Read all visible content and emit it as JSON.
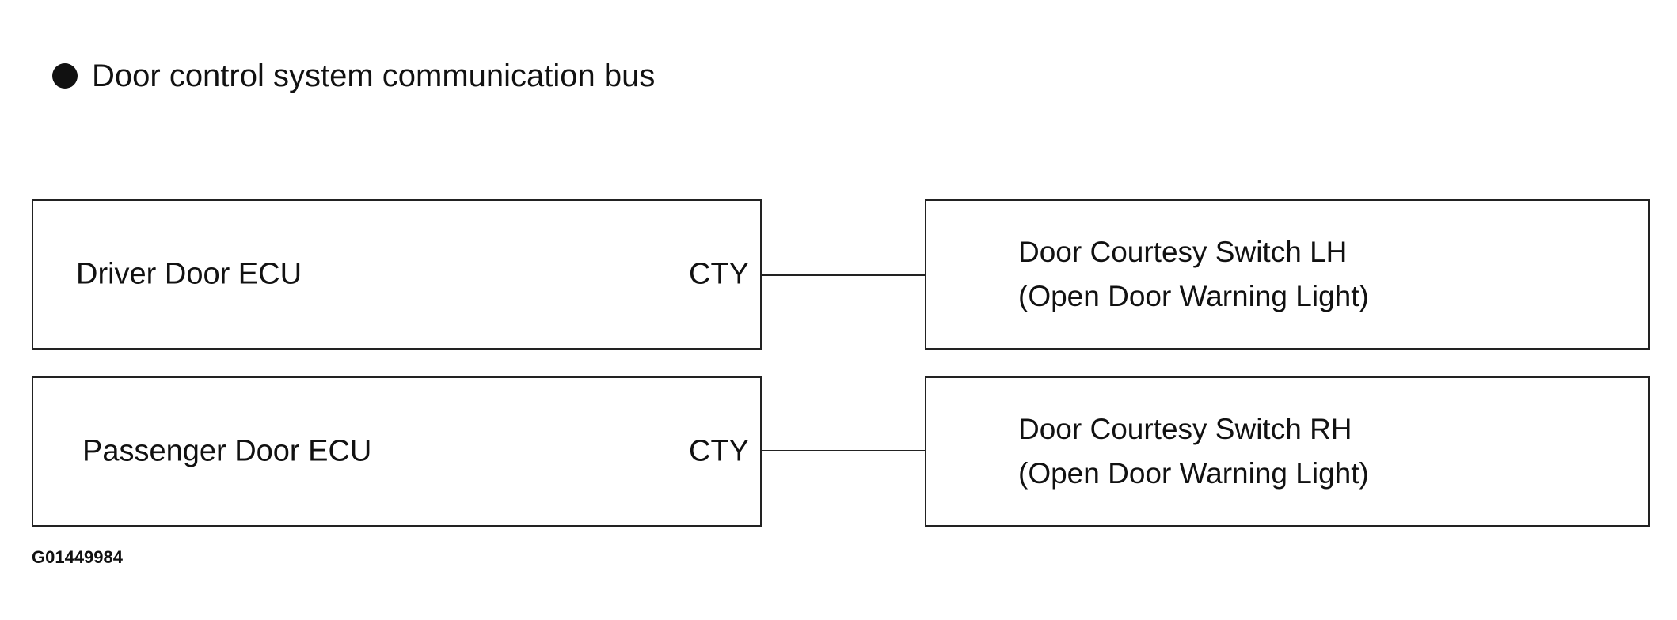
{
  "heading": {
    "text": "Door control system communication bus",
    "bullet_icon": "filled-circle-icon"
  },
  "rows": [
    {
      "ecu": "Driver Door ECU",
      "terminal": "CTY",
      "switch_line1": "Door Courtesy Switch LH",
      "switch_line2": "(Open Door Warning Light)"
    },
    {
      "ecu": "Passenger Door ECU",
      "terminal": "CTY",
      "switch_line1": "Door Courtesy Switch RH",
      "switch_line2": "(Open Door Warning Light)"
    }
  ],
  "figure_id": "G01449984"
}
